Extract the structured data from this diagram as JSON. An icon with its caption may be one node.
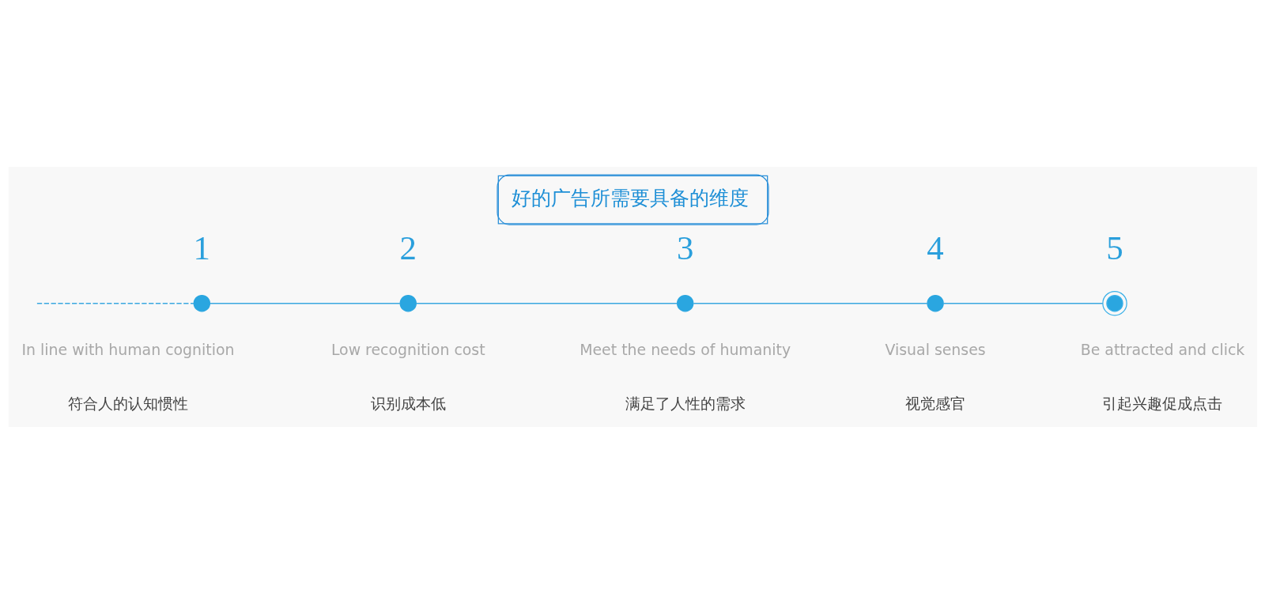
{
  "diagram": {
    "title": "好的广告所需要具备的维度",
    "nodes": [
      {
        "text": [],
        "shape": "circle",
        "beside": [
          "1",
          "In line with human cognition",
          "符合人的认知惯性"
        ]
      },
      {
        "text": [],
        "shape": "circle",
        "beside": [
          "2",
          "Low recognition cost",
          "识别成本低"
        ]
      },
      {
        "text": [],
        "shape": "circle",
        "beside": [
          "3",
          "Meet the needs of humanity",
          "满足了人性的需求"
        ]
      },
      {
        "text": [],
        "shape": "circle",
        "beside": [
          "4",
          "Visual senses",
          "视觉感官"
        ]
      },
      {
        "text": [],
        "shape": "circle",
        "beside": [
          "5",
          "Be attracted and click",
          "引起兴趣促成点击"
        ]
      }
    ],
    "edges": [
      {
        "from": null,
        "to": 0,
        "arrow": "none",
        "style": "dashed"
      },
      {
        "from": 0,
        "to": 1,
        "arrow": "none"
      },
      {
        "from": 1,
        "to": 2,
        "arrow": "none"
      },
      {
        "from": 2,
        "to": 3,
        "arrow": "none"
      },
      {
        "from": 3,
        "to": 4,
        "arrow": "none"
      }
    ]
  }
}
